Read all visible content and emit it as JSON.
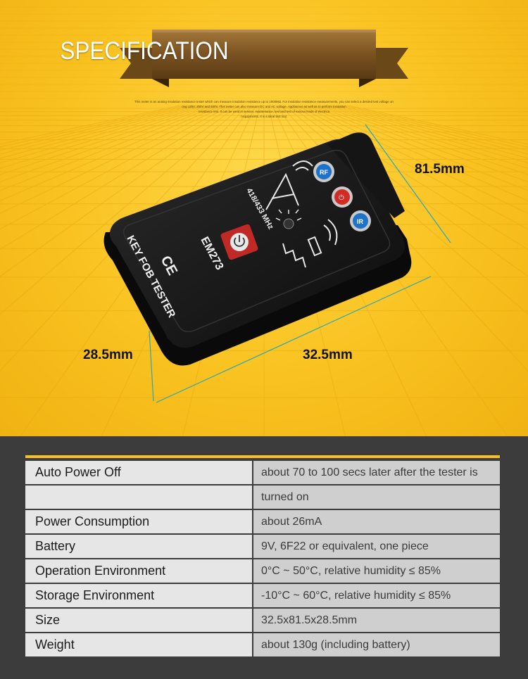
{
  "banner": {
    "title": "SPECIFICATION"
  },
  "description": {
    "lines": [
      "This meter is an analog insulation resistance tester which can measure insulation resistance up to 1000MΩ. For insulation resistance measurements, you can select a desired test voltage on",
      "ong 125V, 250V and 500V. This meter can also measure DC and AC voltage. Appliances as well as to perform insulation",
      "resistance test. It can be used in service, maintenance, test and test of various kinds of electrica",
      "l equipments. It is a ideal test tool."
    ]
  },
  "device": {
    "brand_text": "KEY FOB TESTER",
    "model": "EM273",
    "frequency": "418/433 MHz",
    "ce_mark": "CE",
    "buttons": [
      {
        "label": "RF",
        "color": "#1e72c8"
      },
      {
        "label": "⏻",
        "color": "#d42a24"
      },
      {
        "label": "IR",
        "color": "#1e72c8"
      }
    ],
    "power_icon": "power-icon",
    "antenna_icon": "antenna-icon",
    "led_icon": "led-light-icon",
    "remote_icon": "ir-remote-icon"
  },
  "dimensions": {
    "width": "81.5mm",
    "depth": "28.5mm",
    "length": "32.5mm"
  },
  "colors": {
    "accent": "#f6c21f",
    "panel": "#3c3c3c"
  },
  "specs": [
    {
      "label": "Auto Power Off",
      "value": "about 70 to 100 secs later after the tester is"
    },
    {
      "label": "",
      "value": "turned on"
    },
    {
      "label": "Power Consumption",
      "value": "about 26mA"
    },
    {
      "label": "Battery",
      "value": "9V, 6F22 or equivalent, one piece"
    },
    {
      "label": "Operation Environment",
      "value": "0°C ~ 50°C, relative humidity ≤ 85%"
    },
    {
      "label": "Storage Environment",
      "value": "-10°C ~  60°C, relative humidity ≤ 85%"
    },
    {
      "label": "Size",
      "value": "32.5x81.5x28.5mm"
    },
    {
      "label": "Weight",
      "value": "about 130g (including battery)"
    }
  ]
}
